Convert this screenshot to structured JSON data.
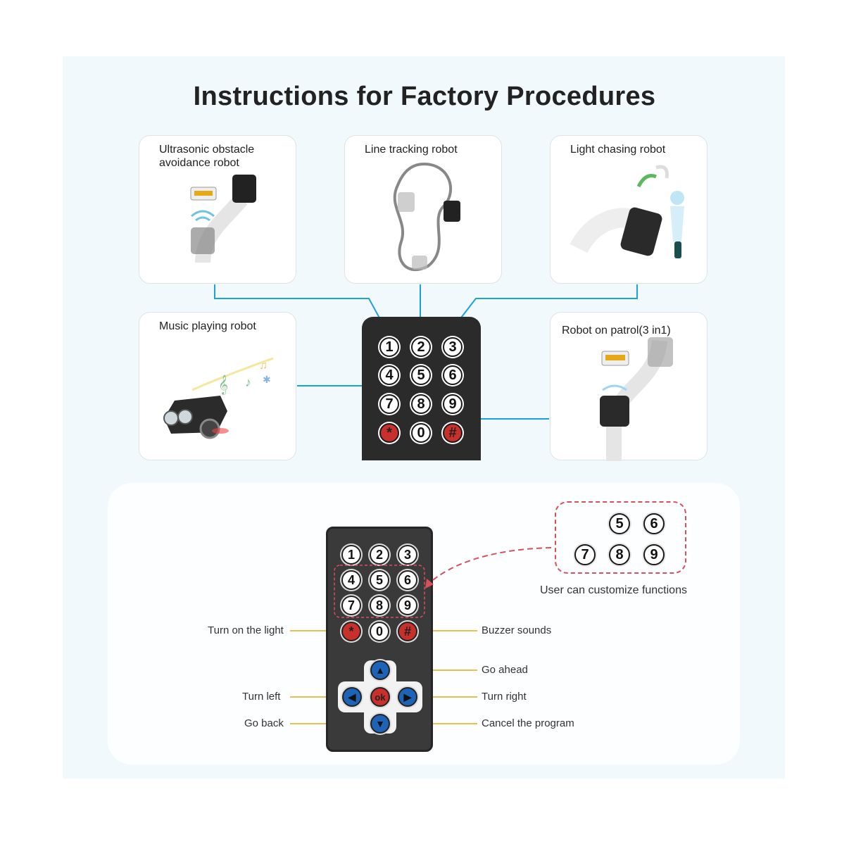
{
  "title": "Instructions for Factory Procedures",
  "modes": {
    "ultrasonic": "Ultrasonic obstacle\navoidance robot",
    "line": "Line tracking robot",
    "light": "Light chasing robot",
    "music": "Music playing robot",
    "patrol": "Robot on patrol(3 in1)"
  },
  "remote_top_keys": [
    "1",
    "2",
    "3",
    "4",
    "5",
    "6",
    "7",
    "8",
    "9",
    "*",
    "0",
    "#"
  ],
  "remote_bottom": {
    "keys": [
      "1",
      "2",
      "3",
      "4",
      "5",
      "6",
      "7",
      "8",
      "9",
      "*",
      "0",
      "#"
    ],
    "arrows": {
      "up": "▲",
      "left": "◀",
      "ok": "ok",
      "right": "▶",
      "down": "▼"
    }
  },
  "custom_keys": [
    "5",
    "6",
    "7",
    "8",
    "9"
  ],
  "caption": "User can customize functions",
  "labels": {
    "light": "Turn on the light",
    "buzzer": "Buzzer sounds",
    "ahead": "Go ahead",
    "left": "Turn left",
    "right": "Turn right",
    "back": "Go back",
    "cancel": "Cancel the program"
  },
  "colors": {
    "connector": "#1aa3d9",
    "annotation": "#e6a817",
    "dashed": "#d9505a",
    "remote": "#2b2b2b"
  }
}
